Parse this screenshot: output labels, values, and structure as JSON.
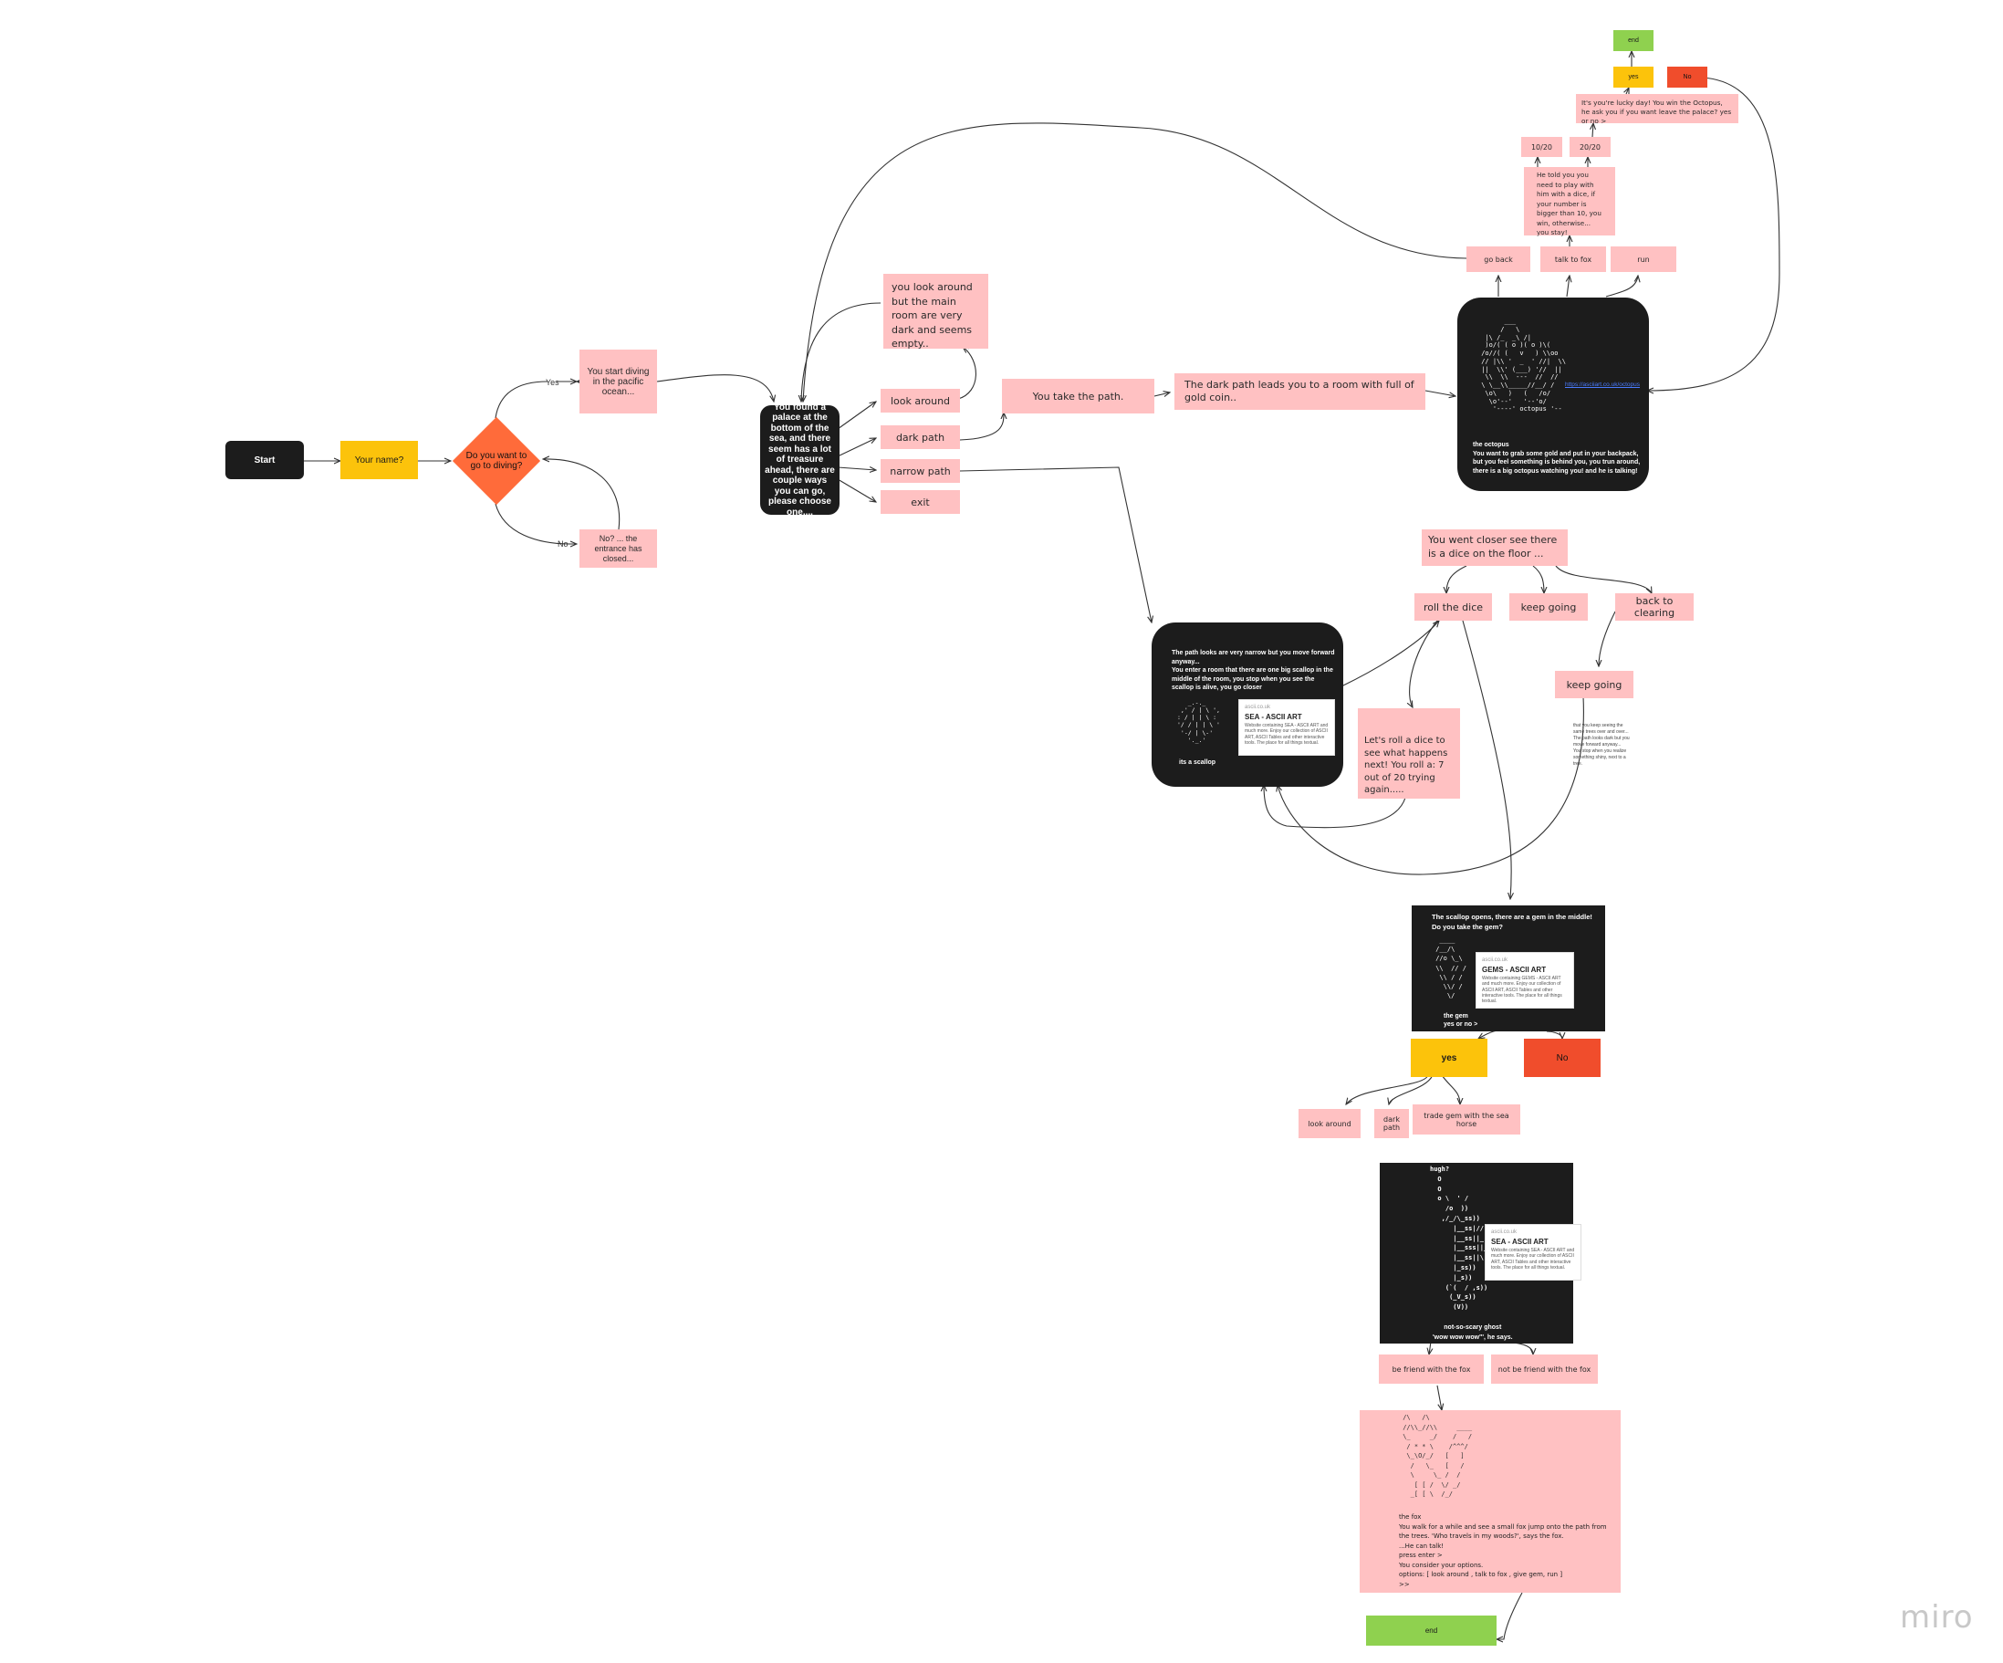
{
  "nodes": {
    "start": "Start",
    "your_name": "Your name?",
    "decision": "Do you want to go to diving?",
    "yes_label": "Yes",
    "no_label": "No",
    "start_diving": "You start diving in the pacific ocean...",
    "entrance_closed": "No? ... the entrance has closed...",
    "palace": "You found a palace at the bottom of the sea, and there seem has a lot of treasure ahead, there are couple ways you can go, please choose one....",
    "look_around_desc": "you look around but the main room are very dark and seems empty..",
    "opt_look_around": "look around",
    "opt_dark_path": "dark path",
    "opt_narrow_path": "narrow path",
    "opt_exit": "exit",
    "take_path": "You take the path.",
    "dark_room": "The dark path leads you to a room with full of gold coin..",
    "octopus_ascii": "       ___\n      /   \\\n  |\\ /_  _\\ /|\n  )o/( ( o )( o )\\(\n /o//( (   v   ) \\\\oo\n // |\\\\ '  _  ' //|  \\\\\n ||  \\\\' (___) '//  ||\n  \\\\  \\\\  ---  //  //\n \\ \\__\\\\_____//__/ /\n  \\o\\   )   (   /o/\n   \\o'--'   '--'o/\n    '----' octopus '--",
    "octopus_link": "https://asciiart.co.uk/octopus",
    "octopus_caption": "the octopus\nYou want to grab some gold and put in your backpack, but you feel something is behind you, you trun around, there is a big octopus watching you! and he is talking!",
    "go_back": "go back",
    "talk_to_fox": "talk to fox",
    "run": "run",
    "dice_game": "He told you you need to play with him with a dice, if your number is bigger than 10, you win, otherwise... you stay!",
    "score_low": "10/20",
    "score_high": "20/20",
    "lucky_day": "It's you're lucky day! You win the Octopus, he ask you if you want leave the palace? yes or no >",
    "top_yes": "yes",
    "top_no": "No",
    "top_end": "end",
    "scallop_text": "The path looks are very narrow but you move forward anyway...\nYou enter a room that there are one big scallop in the middle of the room, you stop when you see the scallop is alive, you go closer",
    "scallop_ascii": "   _.-._\n ,' / | \\ ',\n: / | | \\ :\n'/ / | | \\ '\n '-/ | \\-'\n   '._.'",
    "scallop_caption": "its a scallop",
    "card_domain": "ascii.co.uk",
    "card_sea_title": "SEA - ASCII ART",
    "card_sea_desc": "Website containing SEA - ASCII ART and much more. Enjoy our collection of ASCII ART, ASCII Tables and other interactive tools. The place for all things textual.",
    "card_gem_title": "GEMS - ASCII ART",
    "card_gem_desc": "Website containing GEMS - ASCII ART and much more. Enjoy our collection of ASCII ART, ASCII Tables and other interactive tools. The place for all things textual.",
    "went_closer": "You went closer see there is a dice on the floor ...",
    "roll_dice": "roll the dice",
    "keep_going": "keep going",
    "back_to_clearing": "back to clearing",
    "keep_going_2": "keep going",
    "small_note": "that you keep seeing the same trees over and over...\nThe path looks dark but you move forward anyway...\nYou stop when you realize something shiny, next to a tree.",
    "roll_result": "Let's roll a dice to see what happens next! You roll a: 7 out of 20 trying again.....",
    "gem_title": "The scallop opens, there are a gem in the middle! Do you take the gem?",
    "gem_ascii": "  ____\n /__/\\\n //o \\_\\\n \\\\  // /\n  \\\\ / /\n   \\\\/ /\n    \\/",
    "gem_caption": "the gem\nyes or no >",
    "gem_yes": "yes",
    "gem_no": "No",
    "gem_look_around": "look around",
    "gem_dark_path": "dark path",
    "trade_gem": "trade gem with the sea horse",
    "ghost_ascii": "hugh?\n  O\n  O\n  o \\  ' /\n    /o  ))\n   ,/_/\\_ss))\n      |__ss|//\n      |__ss||_|\n      |__sss||_|\n      |__ss||\\|\n      |_ss))\n      |_s))\n    (`(  / ,s))\n     (_V_s))\n      (V))",
    "ghost_caption": "not-so-scary ghost\n'wow wow wow\"', he says.",
    "be_friend": "be friend with the fox",
    "not_friend": "not be friend with the fox",
    "fox_ascii": " /\\   /\\\n //\\\\_//\\\\     ____\n \\_     _/    /   /\n  / * * \\    /^^^/\n  \\_\\O/_/   [   ]\n   /   \\_   [   /\n   \\     \\_ /  /\n    [ [ /  \\/ _/\n   _[ [ \\  /_/",
    "fox_caption": "the fox\nYou walk for a while and see a small fox jump onto the path from the trees. 'Who travels in my woods?', says the fox.\n...He can talk!\npress enter >\nYou consider your options.\noptions: [ look around , talk to fox , give gem, run ]\n>>",
    "bottom_end": "end"
  },
  "watermark": "miro",
  "colors": {
    "pink": "#ffc1c2",
    "dark": "#1c1c1c",
    "yellow": "#fcc30b",
    "orange": "#ff6b3a",
    "red": "#f04d2c",
    "green": "#8fd14f"
  }
}
